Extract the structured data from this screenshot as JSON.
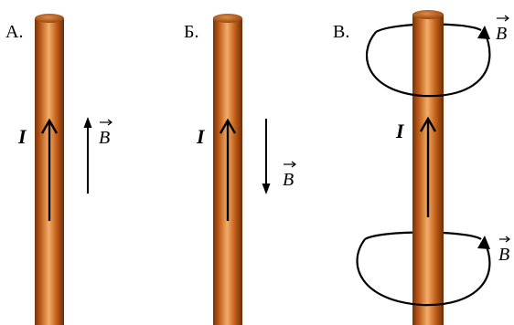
{
  "panels": [
    {
      "label": "А.",
      "current_symbol": "I",
      "field_symbol": "B",
      "field_direction": "up"
    },
    {
      "label": "Б.",
      "current_symbol": "I",
      "field_symbol": "B",
      "field_direction": "down"
    },
    {
      "label": "В.",
      "current_symbol": "I",
      "field_symbol_top": "B",
      "field_symbol_bottom": "B",
      "field_direction": "circular"
    }
  ],
  "colors": {
    "wire_dark": "#8a3d0a",
    "wire_mid": "#c8651f",
    "wire_light": "#f3b070",
    "arrow": "#000000",
    "glow": "#ffffff"
  }
}
